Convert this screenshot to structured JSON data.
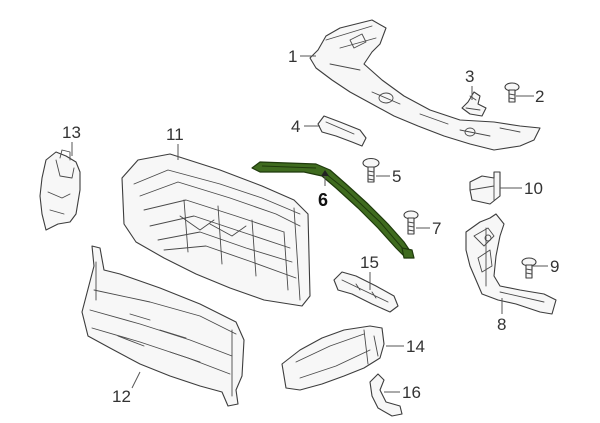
{
  "callouts": [
    {
      "id": "1",
      "label": "1"
    },
    {
      "id": "2",
      "label": "2"
    },
    {
      "id": "3",
      "label": "3"
    },
    {
      "id": "4",
      "label": "4"
    },
    {
      "id": "5",
      "label": "5"
    },
    {
      "id": "6",
      "label": "6"
    },
    {
      "id": "7",
      "label": "7"
    },
    {
      "id": "8",
      "label": "8"
    },
    {
      "id": "9",
      "label": "9"
    },
    {
      "id": "10",
      "label": "10"
    },
    {
      "id": "11",
      "label": "11"
    },
    {
      "id": "12",
      "label": "12"
    },
    {
      "id": "13",
      "label": "13"
    },
    {
      "id": "14",
      "label": "14"
    },
    {
      "id": "15",
      "label": "15"
    },
    {
      "id": "16",
      "label": "16"
    }
  ],
  "highlighted_part": "6",
  "colors": {
    "highlight": "#3f6b1f",
    "line": "#3d3d3d"
  }
}
